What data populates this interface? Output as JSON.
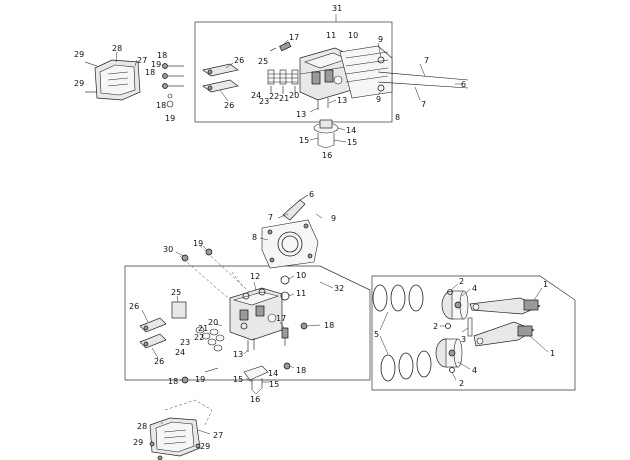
{
  "callouts": {
    "top": [
      {
        "id": "t31",
        "text": "31"
      },
      {
        "id": "t17",
        "text": "17"
      },
      {
        "id": "t11",
        "text": "11"
      },
      {
        "id": "t10",
        "text": "10"
      },
      {
        "id": "t9a",
        "text": "9"
      },
      {
        "id": "t9b",
        "text": "9"
      },
      {
        "id": "t7a",
        "text": "7"
      },
      {
        "id": "t7b",
        "text": "7"
      },
      {
        "id": "t6",
        "text": "6"
      },
      {
        "id": "t8",
        "text": "8"
      },
      {
        "id": "t26a",
        "text": "26"
      },
      {
        "id": "t26b",
        "text": "26"
      },
      {
        "id": "t25",
        "text": "25"
      },
      {
        "id": "t24",
        "text": "24"
      },
      {
        "id": "t23",
        "text": "23"
      },
      {
        "id": "t22",
        "text": "22"
      },
      {
        "id": "t21",
        "text": "21"
      },
      {
        "id": "t20",
        "text": "20"
      },
      {
        "id": "t13a",
        "text": "13"
      },
      {
        "id": "t13b",
        "text": "13"
      },
      {
        "id": "t14",
        "text": "14"
      },
      {
        "id": "t15a",
        "text": "15"
      },
      {
        "id": "t15b",
        "text": "15"
      },
      {
        "id": "t16",
        "text": "16"
      },
      {
        "id": "t28",
        "text": "28"
      },
      {
        "id": "t27",
        "text": "27"
      },
      {
        "id": "t29a",
        "text": "29"
      },
      {
        "id": "t29b",
        "text": "29"
      },
      {
        "id": "t18a",
        "text": "18"
      },
      {
        "id": "t19a",
        "text": "19"
      },
      {
        "id": "t18b",
        "text": "18"
      },
      {
        "id": "t18c",
        "text": "18"
      },
      {
        "id": "t19b",
        "text": "19"
      }
    ],
    "middle": [
      {
        "id": "m6",
        "text": "6"
      },
      {
        "id": "m7",
        "text": "7"
      },
      {
        "id": "m9",
        "text": "9"
      },
      {
        "id": "m8",
        "text": "8"
      },
      {
        "id": "m30",
        "text": "30"
      },
      {
        "id": "m19",
        "text": "19"
      },
      {
        "id": "m12",
        "text": "12"
      },
      {
        "id": "m10",
        "text": "10"
      },
      {
        "id": "m11",
        "text": "11"
      },
      {
        "id": "m32",
        "text": "32"
      },
      {
        "id": "m25",
        "text": "25"
      },
      {
        "id": "m26a",
        "text": "26"
      },
      {
        "id": "m26b",
        "text": "26"
      },
      {
        "id": "m20",
        "text": "20"
      },
      {
        "id": "m21",
        "text": "21"
      },
      {
        "id": "m22",
        "text": "22"
      },
      {
        "id": "m23",
        "text": "23"
      },
      {
        "id": "m24",
        "text": "24"
      },
      {
        "id": "m17",
        "text": "17"
      },
      {
        "id": "m18a",
        "text": "18"
      },
      {
        "id": "m13",
        "text": "13"
      },
      {
        "id": "m18b",
        "text": "18"
      },
      {
        "id": "m19b",
        "text": "19"
      },
      {
        "id": "m18c",
        "text": "18"
      },
      {
        "id": "m14",
        "text": "14"
      },
      {
        "id": "m15a",
        "text": "15"
      },
      {
        "id": "m15b",
        "text": "15"
      },
      {
        "id": "m16",
        "text": "16"
      },
      {
        "id": "m28",
        "text": "28"
      },
      {
        "id": "m27",
        "text": "27"
      },
      {
        "id": "m29a",
        "text": "29"
      },
      {
        "id": "m29b",
        "text": "29"
      }
    ],
    "piston": [
      {
        "id": "p1a",
        "text": "1"
      },
      {
        "id": "p1b",
        "text": "1"
      },
      {
        "id": "p2a",
        "text": "2"
      },
      {
        "id": "p2b",
        "text": "2"
      },
      {
        "id": "p2c",
        "text": "2"
      },
      {
        "id": "p3",
        "text": "3"
      },
      {
        "id": "p4a",
        "text": "4"
      },
      {
        "id": "p4b",
        "text": "4"
      },
      {
        "id": "p5",
        "text": "5"
      }
    ]
  }
}
